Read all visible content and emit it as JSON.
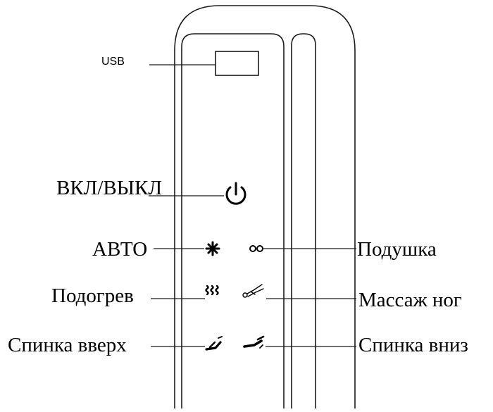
{
  "labels": {
    "usb": "USB",
    "power": "ВКЛ/ВЫКЛ",
    "auto": "АВТО",
    "pillow": "Подушка",
    "heating": "Подогрев",
    "leg_massage": "Массаж ног",
    "back_up": "Спинка вверх",
    "back_down": "Спинка вниз"
  },
  "icons": {
    "usb": "usb-port-icon",
    "power": "power-icon",
    "auto": "auto-mode-icon",
    "pillow": "pillow-icon",
    "heating": "heating-icon",
    "leg_massage": "leg-massage-icon",
    "back_up": "backrest-up-icon",
    "back_down": "backrest-down-icon"
  },
  "colors": {
    "line": "#1a1a1a",
    "text": "#000000"
  }
}
